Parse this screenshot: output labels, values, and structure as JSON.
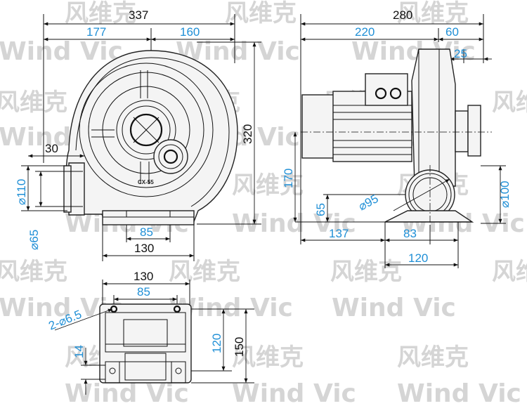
{
  "watermark": {
    "brand_cn": "风维克",
    "brand_en": "Wind Vic"
  },
  "front_view": {
    "overall_width": "337",
    "left_width": "177",
    "right_width": "160",
    "height": "320",
    "outlet_depth": "30",
    "outlet_flange_dia": "⌀110",
    "outlet_bore_dia": "⌀65",
    "base_inner": "85",
    "base_outer": "130",
    "model_label": "CX-55"
  },
  "side_view": {
    "overall_length": "280",
    "motor_length": "220",
    "blower_width": "60",
    "inlet_length": "25",
    "shaft_height": "170",
    "foot_height": "65",
    "inlet_circle_dia": "⌀95",
    "inlet_flange_dia": "⌀100",
    "motor_to_foot": "137",
    "foot_inner": "83",
    "foot_outer": "120"
  },
  "base_view": {
    "width_outer": "130",
    "hole_spacing": "85",
    "hole_spec": "2-⌀6.5",
    "depth_inner": "120",
    "depth_outer": "150",
    "slot_offset": "14"
  }
}
